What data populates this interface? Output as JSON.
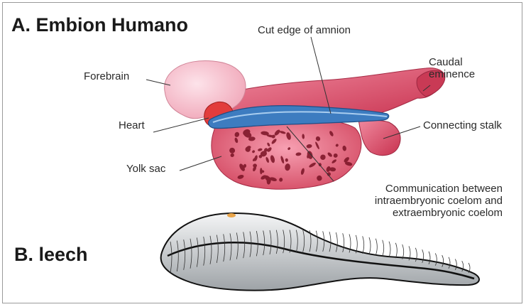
{
  "panel_a": {
    "title": "A. Embion Humano",
    "labels": {
      "forebrain": "Forebrain",
      "heart": "Heart",
      "yolk_sac": "Yolk sac",
      "cut_edge": "Cut edge of amnion",
      "caudal_line1": "Caudal",
      "caudal_line2": "eminence",
      "connecting_stalk": "Connecting stalk",
      "comm_line1": "Communication between",
      "comm_line2": "intraembryonic coelom and",
      "comm_line3": "extraembryonic coelom"
    }
  },
  "panel_b": {
    "title": "B. leech"
  },
  "colors": {
    "embryo_pink": "#f4b6c4",
    "embryo_red": "#d9445e",
    "yolk_sac_red": "#e0607a",
    "amnion_blue": "#3d7cc0",
    "leech_gray": "#cfd3d6",
    "leech_dark": "#1a1a1a"
  }
}
